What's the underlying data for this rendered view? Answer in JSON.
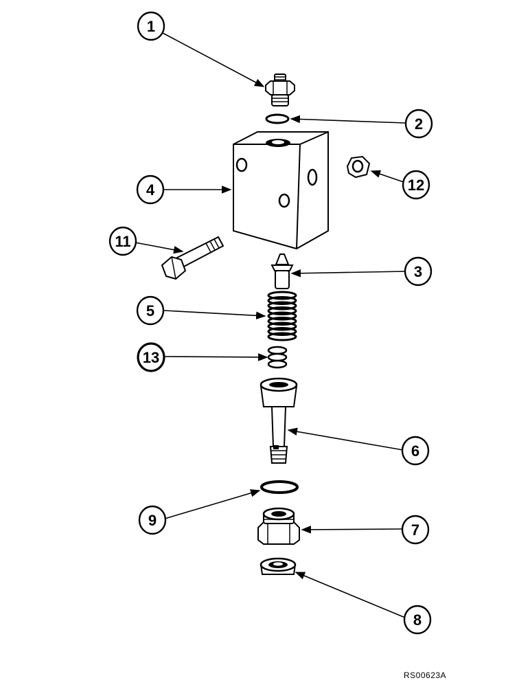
{
  "callouts": [
    {
      "id": "c1",
      "label": "1",
      "part": "fitting"
    },
    {
      "id": "c2",
      "label": "2",
      "part": "o-ring-upper"
    },
    {
      "id": "c3",
      "label": "3",
      "part": "poppet"
    },
    {
      "id": "c4",
      "label": "4",
      "part": "valve-body"
    },
    {
      "id": "c5",
      "label": "5",
      "part": "spring"
    },
    {
      "id": "c6",
      "label": "6",
      "part": "spool"
    },
    {
      "id": "c7",
      "label": "7",
      "part": "plug"
    },
    {
      "id": "c8",
      "label": "8",
      "part": "cap"
    },
    {
      "id": "c9",
      "label": "9",
      "part": "o-ring-lower"
    },
    {
      "id": "c11",
      "label": "11",
      "part": "bolt"
    },
    {
      "id": "c12",
      "label": "12",
      "part": "nut"
    },
    {
      "id": "c13",
      "label": "13",
      "part": "shims"
    }
  ],
  "figure_ref": "RS00623A"
}
